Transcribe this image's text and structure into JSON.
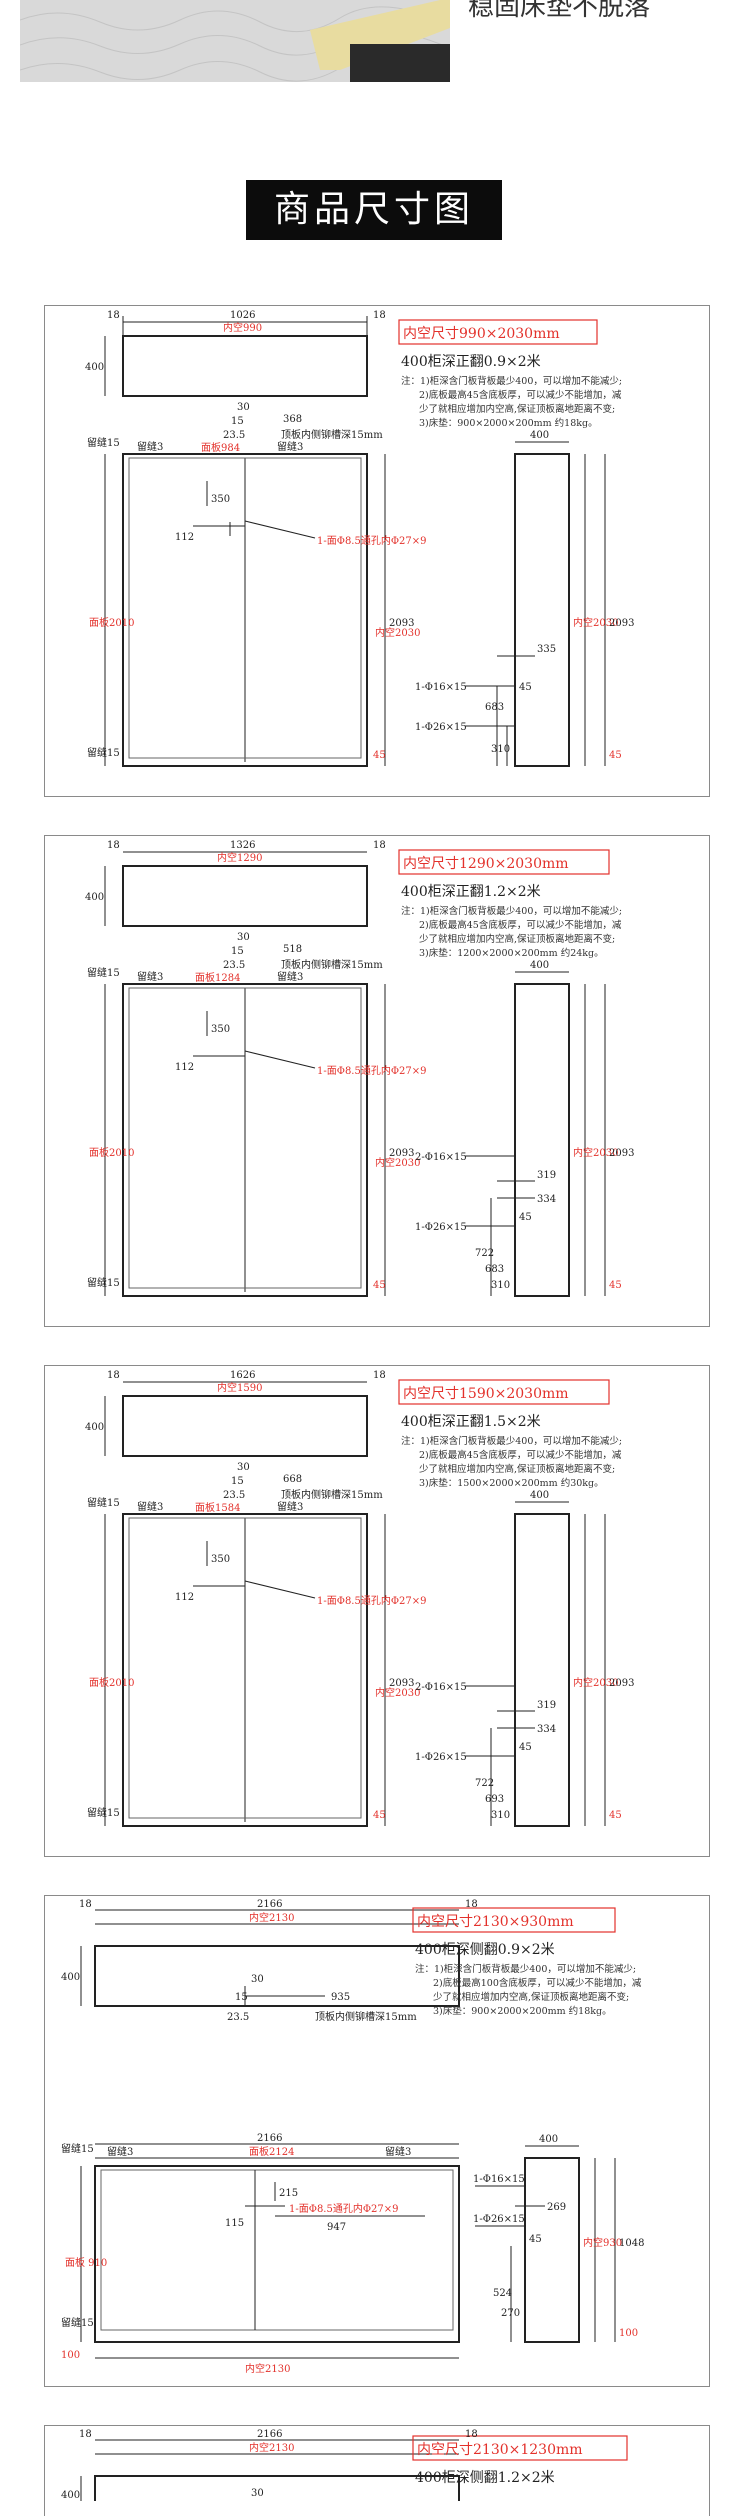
{
  "header": {
    "top_caption": "稳固床垫不脱落",
    "section_title": "商品尺寸图"
  },
  "panels": [
    {
      "title_red": "内空尺寸990×2030mm",
      "subtitle": "400柜深正翻0.9×2米",
      "notes": [
        "注：1)柜深含门板背板最少400，可以增加不能减少;",
        "2)底板最高45含底板厚，可以减少不能增加，减",
        "少了就相应增加内空高,保证顶板离地距离不变;",
        "3)床垫：900×2000×200mm 约18kg。"
      ],
      "dims": {
        "top_w": "1026",
        "inner_w": "内空990",
        "side18a": "18",
        "side18b": "18",
        "depth400": "400",
        "d30": "30",
        "d368": "368",
        "d15": "15",
        "d23": "23.5",
        "groove": "顶板内侧铆槽深15mm",
        "gap_l": "留缝3",
        "gap_r": "留缝3",
        "gap15": "留缝15",
        "face_w": "面板984",
        "h350": "350",
        "h112": "112",
        "hole": "1-面Φ8.5通孔内Φ27×9",
        "face_h": "面板2010",
        "inner_h": "内空2030",
        "total_h": "2093",
        "bottom45": "45",
        "bot15": "留缝15",
        "side_w": "400",
        "side335": "335",
        "p16": "1-Φ16×15",
        "p26": "1-Φ26×15",
        "p45": "45",
        "p683": "683",
        "p310": "310"
      }
    },
    {
      "title_red": "内空尺寸1290×2030mm",
      "subtitle": "400柜深正翻1.2×2米",
      "notes": [
        "注：1)柜深含门板背板最少400，可以增加不能减少;",
        "2)底板最高45含底板厚，可以减少不能增加，减",
        "少了就相应增加内空高,保证顶板离地距离不变;",
        "3)床垫：1200×2000×200mm 约24kg。"
      ],
      "dims": {
        "top_w": "1326",
        "inner_w": "内空1290",
        "side18a": "18",
        "side18b": "18",
        "depth400": "400",
        "d30": "30",
        "d368": "518",
        "d15": "15",
        "d23": "23.5",
        "groove": "顶板内侧铆槽深15mm",
        "gap_l": "留缝3",
        "gap_r": "留缝3",
        "gap15": "留缝15",
        "face_w": "面板1284",
        "h350": "350",
        "h112": "112",
        "hole": "1-面Φ8.5通孔内Φ27×9",
        "face_h": "面板2010",
        "inner_h": "内空2030",
        "total_h": "2093",
        "bottom45": "45",
        "bot15": "留缝15",
        "side_w": "400",
        "side335": "319",
        "side334": "334",
        "p16": "2-Φ16×15",
        "p26": "1-Φ26×15",
        "p45": "45",
        "p683": "683",
        "p310": "310",
        "p722": "722"
      }
    },
    {
      "title_red": "内空尺寸1590×2030mm",
      "subtitle": "400柜深正翻1.5×2米",
      "notes": [
        "注：1)柜深含门板背板最少400，可以增加不能减少;",
        "2)底板最高45含底板厚，可以减少不能增加，减",
        "少了就相应增加内空高,保证顶板离地距离不变;",
        "3)床垫：1500×2000×200mm 约30kg。"
      ],
      "dims": {
        "top_w": "1626",
        "inner_w": "内空1590",
        "side18a": "18",
        "side18b": "18",
        "depth400": "400",
        "d30": "30",
        "d368": "668",
        "d15": "15",
        "d23": "23.5",
        "groove": "顶板内侧铆槽深15mm",
        "gap_l": "留缝3",
        "gap_r": "留缝3",
        "gap15": "留缝15",
        "face_w": "面板1584",
        "h350": "350",
        "h112": "112",
        "hole": "1-面Φ8.5通孔内Φ27×9",
        "face_h": "面板2010",
        "inner_h": "内空2030",
        "total_h": "2093",
        "bottom45": "45",
        "bot15": "留缝15",
        "side_w": "400",
        "side335": "319",
        "side334": "334",
        "p16": "2-Φ16×15",
        "p26": "1-Φ26×15",
        "p45": "45",
        "p683": "693",
        "p310": "310",
        "p722": "722"
      }
    },
    {
      "title_red": "内空尺寸2130×930mm",
      "subtitle": "400柜深侧翻0.9×2米",
      "notes": [
        "注：1)柜深含门板背板最少400，可以增加不能减少;",
        "2)底板最高100含底板厚，可以减少不能增加，减",
        "少了就相应增加内空高,保证顶板离地距离不变;",
        "3)床垫：900×2000×200mm 约18kg。"
      ],
      "dims": {
        "top_w": "2166",
        "inner_w": "内空2130",
        "side18a": "18",
        "side18b": "18",
        "depth400": "400",
        "d30": "30",
        "d935": "935",
        "d15": "15",
        "d23": "23.5",
        "groove": "顶板内侧铆槽深15mm",
        "top_w2": "2166",
        "face_w": "面板2124",
        "gap_l": "留缝3",
        "gap_r": "留缝3",
        "gap15": "留缝15",
        "h215": "215",
        "h115": "115",
        "hole": "1-面Φ8.5通孔内Φ27×9",
        "w947": "947",
        "face_h": "面板 910",
        "bot15": "留缝15",
        "bot100": "100",
        "inner_bottom": "内空2130",
        "side_w": "400",
        "p16": "1-Φ16×15",
        "p26": "1-Φ26×15",
        "p269": "269",
        "p45": "45",
        "p524": "524",
        "p270": "270",
        "inner_h": "内空930",
        "total_h": "1048",
        "b100": "100"
      }
    },
    {
      "title_red": "内空尺寸2130×1230mm",
      "subtitle": "400柜深侧翻1.2×2米",
      "dims": {
        "top_w": "2166",
        "inner_w": "内空2130",
        "side18a": "18",
        "side18b": "18",
        "d30": "30",
        "depth": "400"
      }
    }
  ],
  "colors": {
    "accent_red": "#e3312b",
    "line": "#222222",
    "title_bg": "#0c0c0c"
  }
}
